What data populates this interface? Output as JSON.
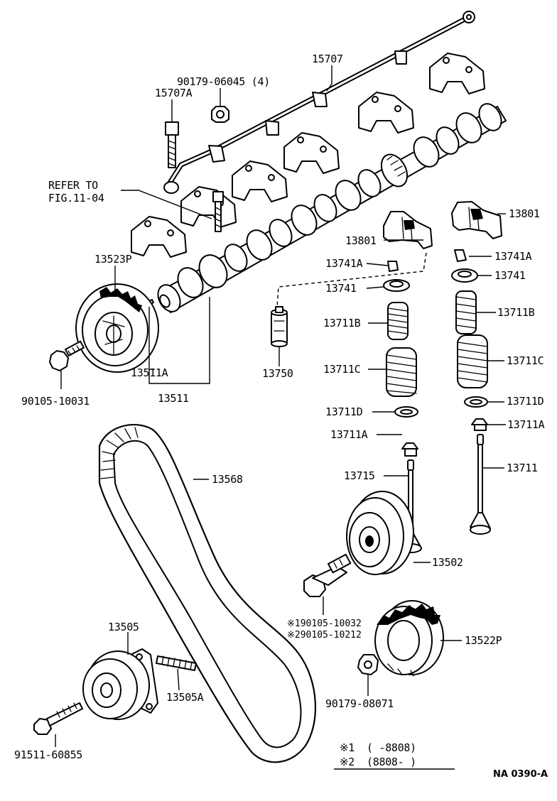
{
  "diagram_code": "NA 0390-A",
  "labels": {
    "p15707": "15707",
    "p90179_06045": "90179-06045 (4)",
    "p15707A": "15707A",
    "refer_line1": "REFER TO",
    "refer_line2": "FIG.11-04",
    "p13523P": "13523P",
    "p13801_right": "13801",
    "p13801_left": "13801",
    "p13741A_right": "13741A",
    "p13741A_left": "13741A",
    "p13741_right": "13741",
    "p13741_left": "13741",
    "p13711B_right": "13711B",
    "p13711B_left": "13711B",
    "p13711C_right": "13711C",
    "p13711C_left": "13711C",
    "p13711D_right": "13711D",
    "p13711D_left": "13711D",
    "p13711A_right": "13711A",
    "p13711A_left": "13711A",
    "p13711": "13711",
    "p13715": "13715",
    "p13750": "13750",
    "p13511A": "13511A",
    "p13511": "13511",
    "p90105_10031": "90105-10031",
    "p13568": "13568",
    "p13502": "13502",
    "p90105_10032": "※190105-10032",
    "p90105_10212": "※290105-10212",
    "p13522P": "13522P",
    "p90179_08071": "90179-08071",
    "p13505": "13505",
    "p13505A": "13505A",
    "p91511_60855": "91511-60855"
  },
  "legend": {
    "row1_mark": "※1",
    "row1_range": "(       -8808)",
    "row2_mark": "※2",
    "row2_range": "(8808-       )"
  }
}
